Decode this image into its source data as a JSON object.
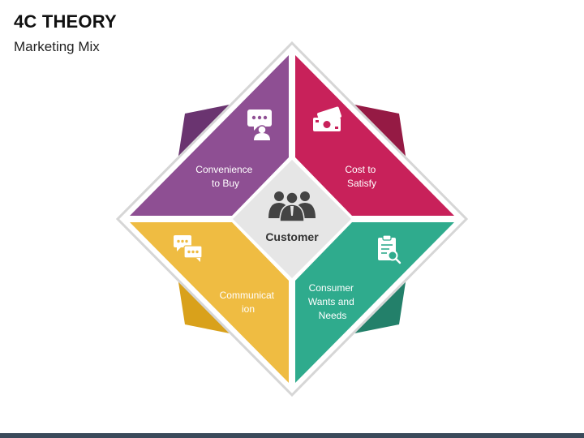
{
  "header": {
    "title": "4C THEORY",
    "subtitle": "Marketing Mix"
  },
  "center": {
    "label": "Customer",
    "icon": "people-group-icon"
  },
  "quadrants": [
    {
      "id": "convenience",
      "lines": [
        "Convenience",
        "to Buy"
      ],
      "icon": "presenter-speech-icon",
      "color": "#8e4f93",
      "wing_color": "#6a3470"
    },
    {
      "id": "cost",
      "lines": [
        "Cost to",
        "Satisfy"
      ],
      "icon": "money-cash-icon",
      "color": "#c8215a",
      "wing_color": "#951a44"
    },
    {
      "id": "communication",
      "lines": [
        "Communicat",
        "ion"
      ],
      "icon": "chat-bubbles-icon",
      "color": "#efbc42",
      "wing_color": "#d9a11b"
    },
    {
      "id": "consumer",
      "lines": [
        "Consumer",
        "Wants and",
        "Needs"
      ],
      "icon": "clipboard-search-icon",
      "color": "#2fab8d",
      "wing_color": "#23806a"
    }
  ],
  "colors": {
    "center_fill": "#e6e6e6",
    "border": "#d6d6d6",
    "icon_dark": "#444444"
  }
}
